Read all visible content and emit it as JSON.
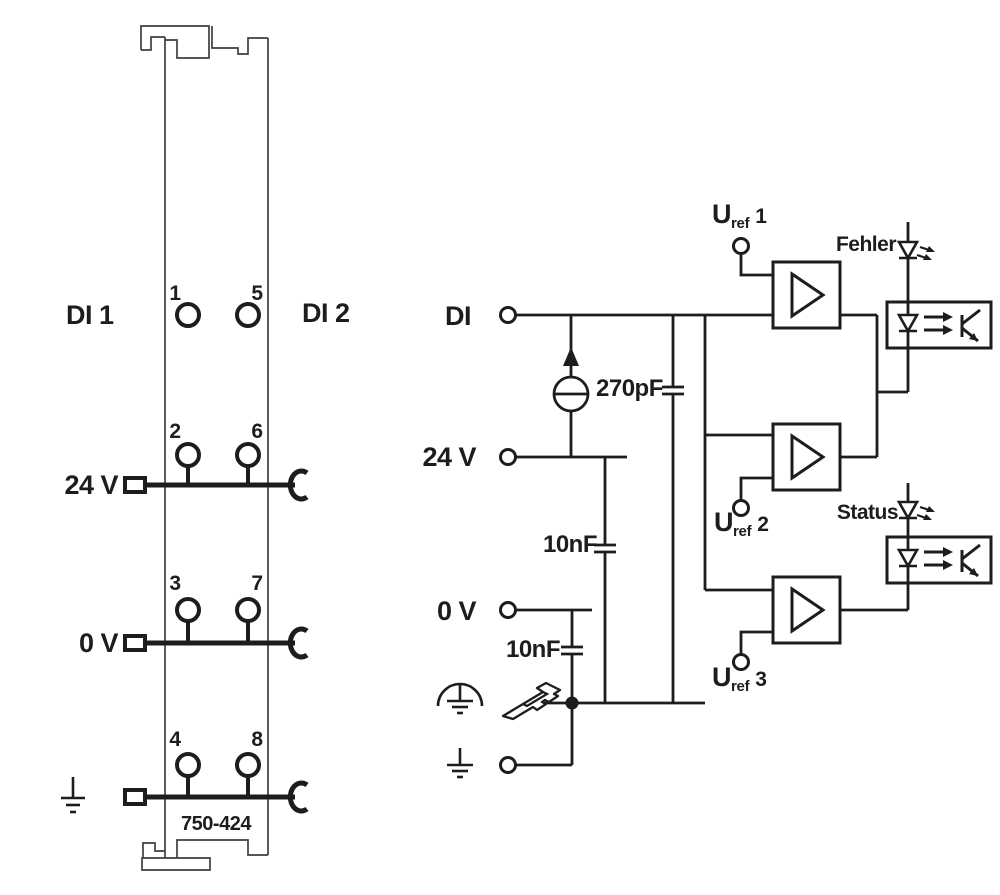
{
  "colors": {
    "ink": "#1d1d1b",
    "outline": "#3f3f3f",
    "background": "#ffffff"
  },
  "module": {
    "part_number": "750-424",
    "label_left": "DI 1",
    "label_right": "DI 2",
    "rail_24v": "24 V",
    "rail_0v": "0 V",
    "terminals": {
      "t1": "1",
      "t2": "2",
      "t3": "3",
      "t4": "4",
      "t5": "5",
      "t6": "6",
      "t7": "7",
      "t8": "8"
    }
  },
  "schematic": {
    "input": "DI",
    "supply_24v": "24 V",
    "supply_0v": "0 V",
    "cap_input": "270pF",
    "cap_supply": "10nF",
    "cap_ground": "10nF",
    "led_error": "Fehler",
    "led_status": "Status",
    "uref": {
      "symbol": "U",
      "sub": "ref",
      "n1": "1",
      "n2": "2",
      "n3": "3"
    }
  }
}
